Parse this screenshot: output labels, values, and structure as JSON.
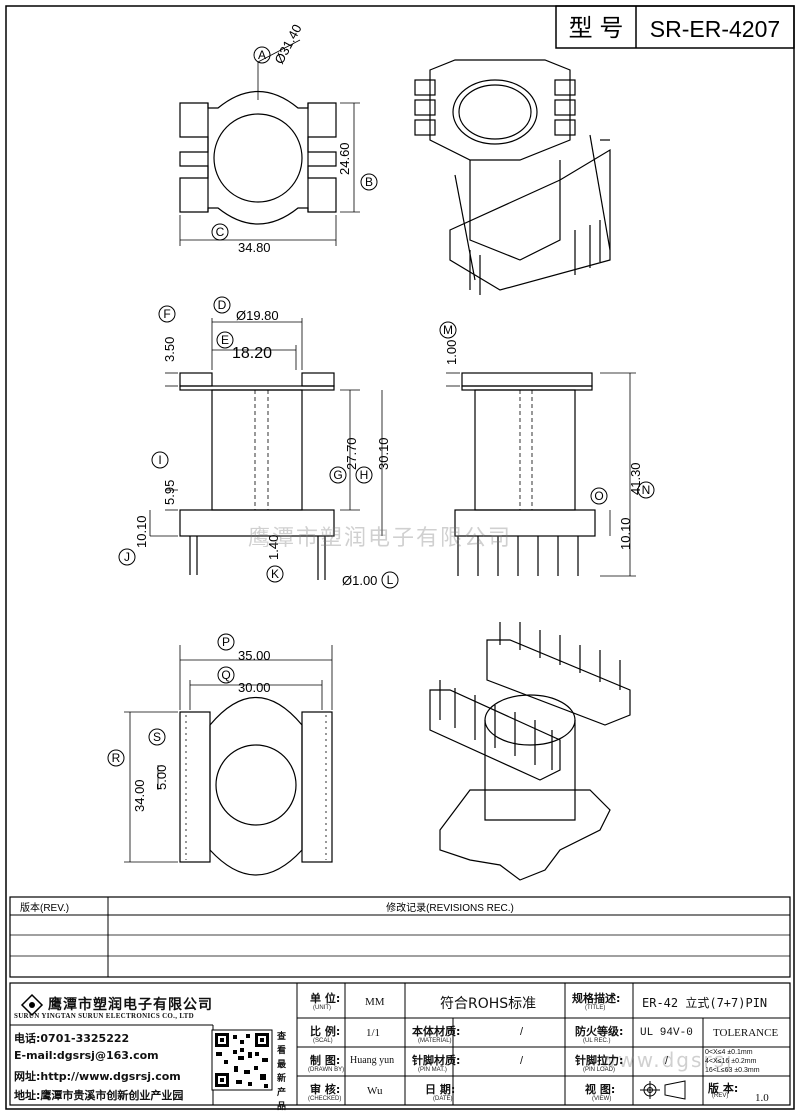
{
  "header": {
    "model_label": "型 号",
    "model_value": "SR-ER-4207"
  },
  "dimensions": {
    "A": {
      "letter": "A",
      "value": "Ø31.40"
    },
    "B": {
      "letter": "B",
      "value": "24.60"
    },
    "C": {
      "letter": "C",
      "value": "34.80"
    },
    "D": {
      "letter": "D",
      "value": "Ø19.80"
    },
    "E": {
      "letter": "E",
      "value": "18.20"
    },
    "F": {
      "letter": "F",
      "value": "3.50"
    },
    "G": {
      "letter": "G",
      "value": "27.70"
    },
    "H": {
      "letter": "H",
      "value": "30.10"
    },
    "I": {
      "letter": "I",
      "value": "5.95"
    },
    "J": {
      "letter": "J",
      "value": "10.10"
    },
    "K": {
      "letter": "K",
      "value": "1.40"
    },
    "L": {
      "letter": "L",
      "value": "Ø1.00"
    },
    "M": {
      "letter": "M",
      "value": "1.00"
    },
    "N": {
      "letter": "N",
      "value": "41.30"
    },
    "O": {
      "letter": "O",
      "value": "10.10"
    },
    "P": {
      "letter": "P",
      "value": "35.00"
    },
    "Q": {
      "letter": "Q",
      "value": "30.00"
    },
    "R": {
      "letter": "R",
      "value": "34.00"
    },
    "S": {
      "letter": "S",
      "value": "5.00"
    }
  },
  "watermark": {
    "text": "鹰潭市塑润电子有限公司",
    "url": "www.dgsrsj"
  },
  "revisions": {
    "rev_header": "版本(REV.)",
    "rec_header": "修改记录(REVISIONS REC.)"
  },
  "company": {
    "name_cn": "鹰潭市塑润电子有限公司",
    "name_en": "SURUN YINGTAN SURUN ELECTRONICS CO., LTD",
    "phone": "电话:0701-3325222",
    "email": "E-mail:dgsrsj@163.com",
    "web": "网址:http://www.dgsrsj.com",
    "address": "地址:鹰潭市贵溪市创新创业产业园",
    "qr_caption": "查看最新产品"
  },
  "titleblock": {
    "unit_label": "单 位:",
    "unit_sub": "(UNIT)",
    "unit_value": "MM",
    "rohs": "符合ROHS标准",
    "title_label": "规格描述:",
    "title_sub": "(TITLE)",
    "title_value": "ER-42 立式(7+7)PIN",
    "scale_label": "比 例:",
    "scale_sub": "(SCAL)",
    "scale_value": "1/1",
    "material_label": "本体材质:",
    "material_sub": "(MATERIAL)",
    "material_value": "/",
    "fire_label": "防火等级:",
    "fire_sub": "(UL REC.)",
    "fire_value": "UL 94V-0",
    "tolerance": "TOLERANCE",
    "drawn_label": "制 图:",
    "drawn_sub": "(DRAWN BY)",
    "drawn_value": "Huang yun",
    "pinmat_label": "针脚材质:",
    "pinmat_sub": "(PIN MAT.)",
    "pinmat_value": "/",
    "pinload_label": "针脚拉力:",
    "pinload_sub": "(PIN LOAD)",
    "pinload_value": "/",
    "tol_1": "0<X≤4 ±0.1mm",
    "tol_2": "4<X≤16 ±0.2mm",
    "tol_3": "16<L≤63 ±0.3mm",
    "checked_label": "审 核:",
    "checked_sub": "(CHECKED)",
    "checked_value": "Wu",
    "date_label": "日 期:",
    "date_sub": "(DATE)",
    "date_value": "",
    "view_label": "视 图:",
    "view_sub": "(VIEW)",
    "rev_label": "版 本:",
    "rev_sub": "(REV)",
    "rev_value": "1.0"
  }
}
